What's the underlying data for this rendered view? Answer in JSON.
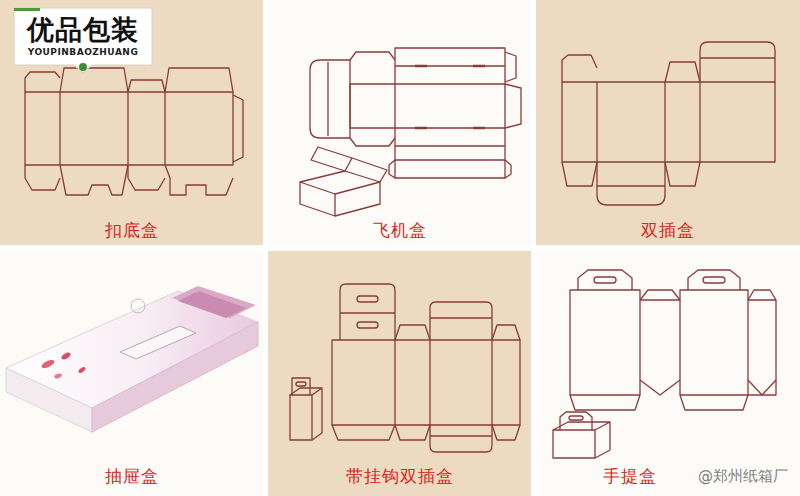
{
  "diagram": {
    "nodes": [
      {
        "text": [
          "优品包装",
          "YOUPINBAOZHUANG"
        ]
      },
      {
        "text": [
          "扣底盒"
        ]
      },
      {
        "text": [
          "飞机盒"
        ]
      },
      {
        "text": [
          "双插盒"
        ]
      },
      {
        "text": [
          "抽屉盒"
        ]
      },
      {
        "text": [
          "带挂钩双插盒"
        ]
      },
      {
        "text": [
          "手提盒"
        ]
      }
    ],
    "labels": [
      "@郑州纸箱厂"
    ]
  }
}
